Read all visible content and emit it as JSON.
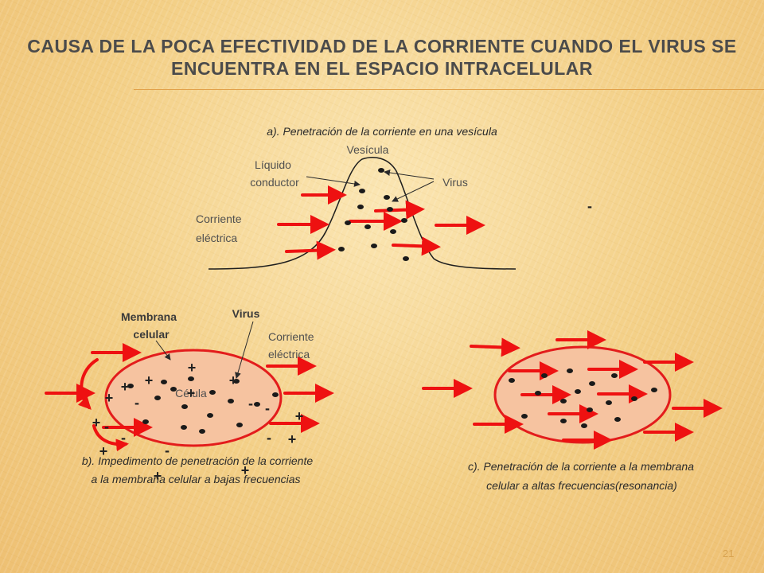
{
  "title": "CAUSA DE LA POCA EFECTIVIDAD DE LA CORRIENTE CUANDO EL VIRUS SE ENCUENTRA  EN EL ESPACIO INTRACELULAR",
  "panel_a": {
    "caption": "a). Penetración de la corriente en una vesícula",
    "label_vesicle": "Vesícula",
    "label_liquid_1": "Líquido",
    "label_liquid_2": "conductor",
    "label_virus": "Virus",
    "label_current_1": "Corriente",
    "label_current_2": "eléctrica",
    "stray_sign": "-"
  },
  "panel_b": {
    "label_membrane_1": "Membrana",
    "label_membrane_2": "celular",
    "label_virus": "Virus",
    "label_current_1": "Corriente",
    "label_current_2": "eléctrica",
    "label_cell": "Célula",
    "caption_1": "b). Impedimento de penetración de la corriente",
    "caption_2": "a la membrana celular a bajas frecuencias",
    "plus": "+",
    "minus": "-"
  },
  "panel_c": {
    "caption_1": "c). Penetración de la corriente a la membrana",
    "caption_2": "celular a altas frecuencias(resonancia)"
  },
  "page_number": "21",
  "colors": {
    "arrow": "#ee1111",
    "cell_fill": "#f6c3a0",
    "cell_stroke": "#e31c1c",
    "title": "#4b4b4b"
  }
}
